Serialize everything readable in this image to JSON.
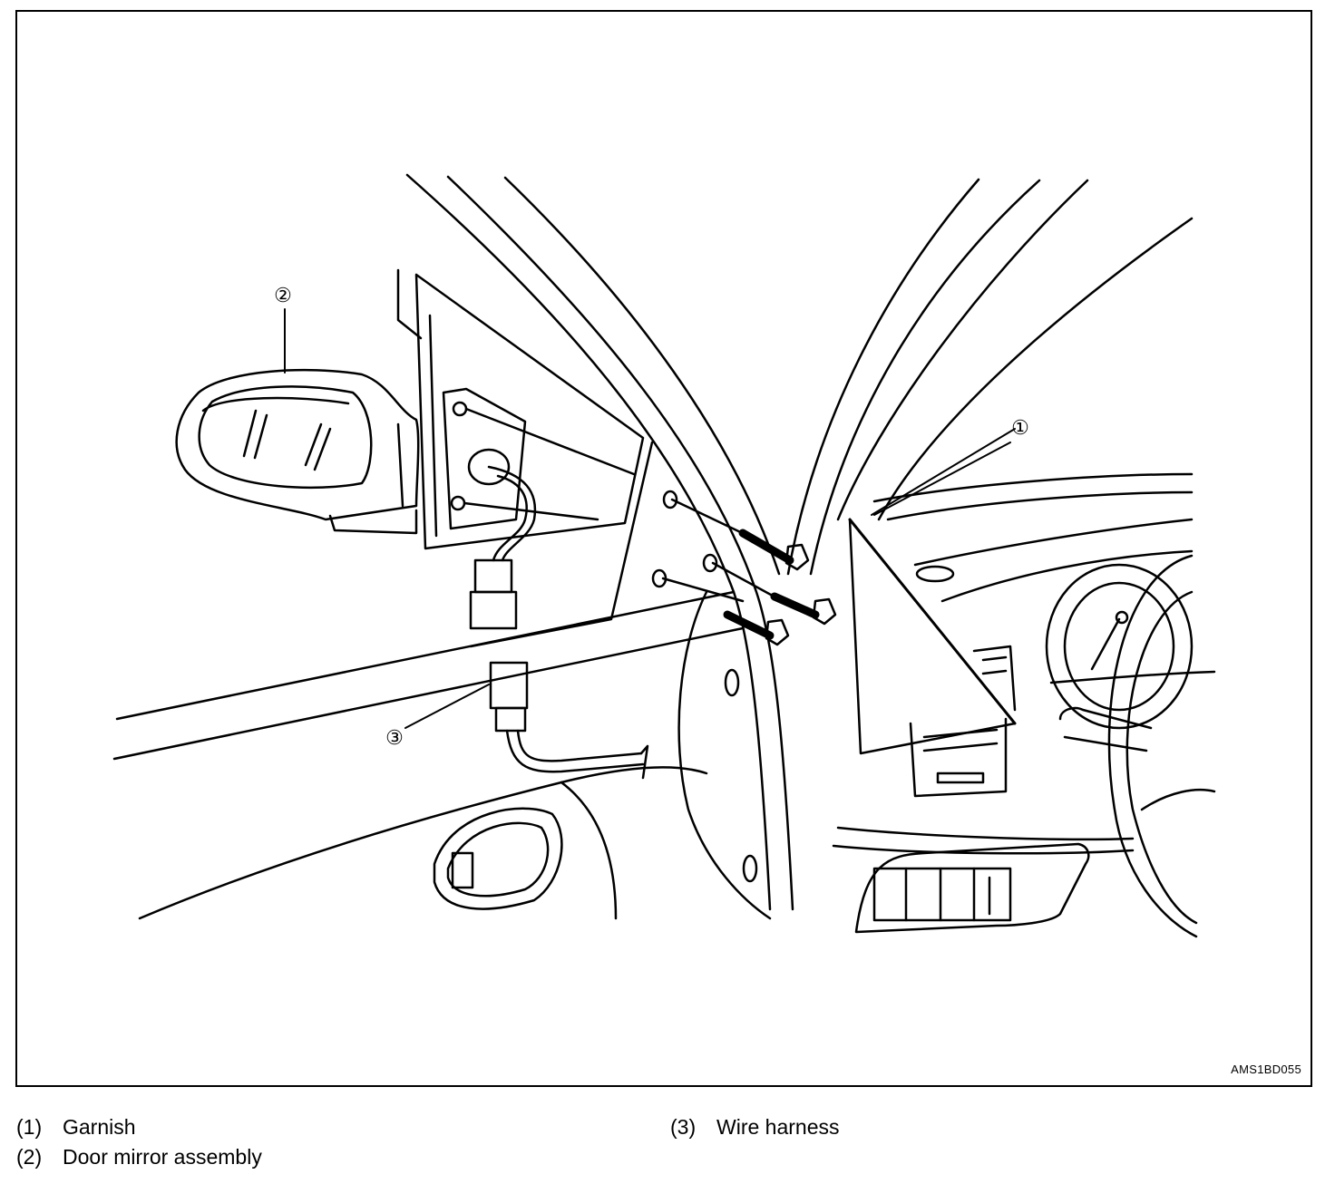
{
  "figure": {
    "code": "AMS1BD055",
    "callouts": [
      {
        "id": "1",
        "glyph": "①"
      },
      {
        "id": "2",
        "glyph": "②"
      },
      {
        "id": "3",
        "glyph": "③"
      }
    ]
  },
  "legend": [
    {
      "num": "(1)",
      "label": "Garnish"
    },
    {
      "num": "(2)",
      "label": "Door mirror assembly"
    },
    {
      "num": "(3)",
      "label": "Wire harness"
    }
  ]
}
